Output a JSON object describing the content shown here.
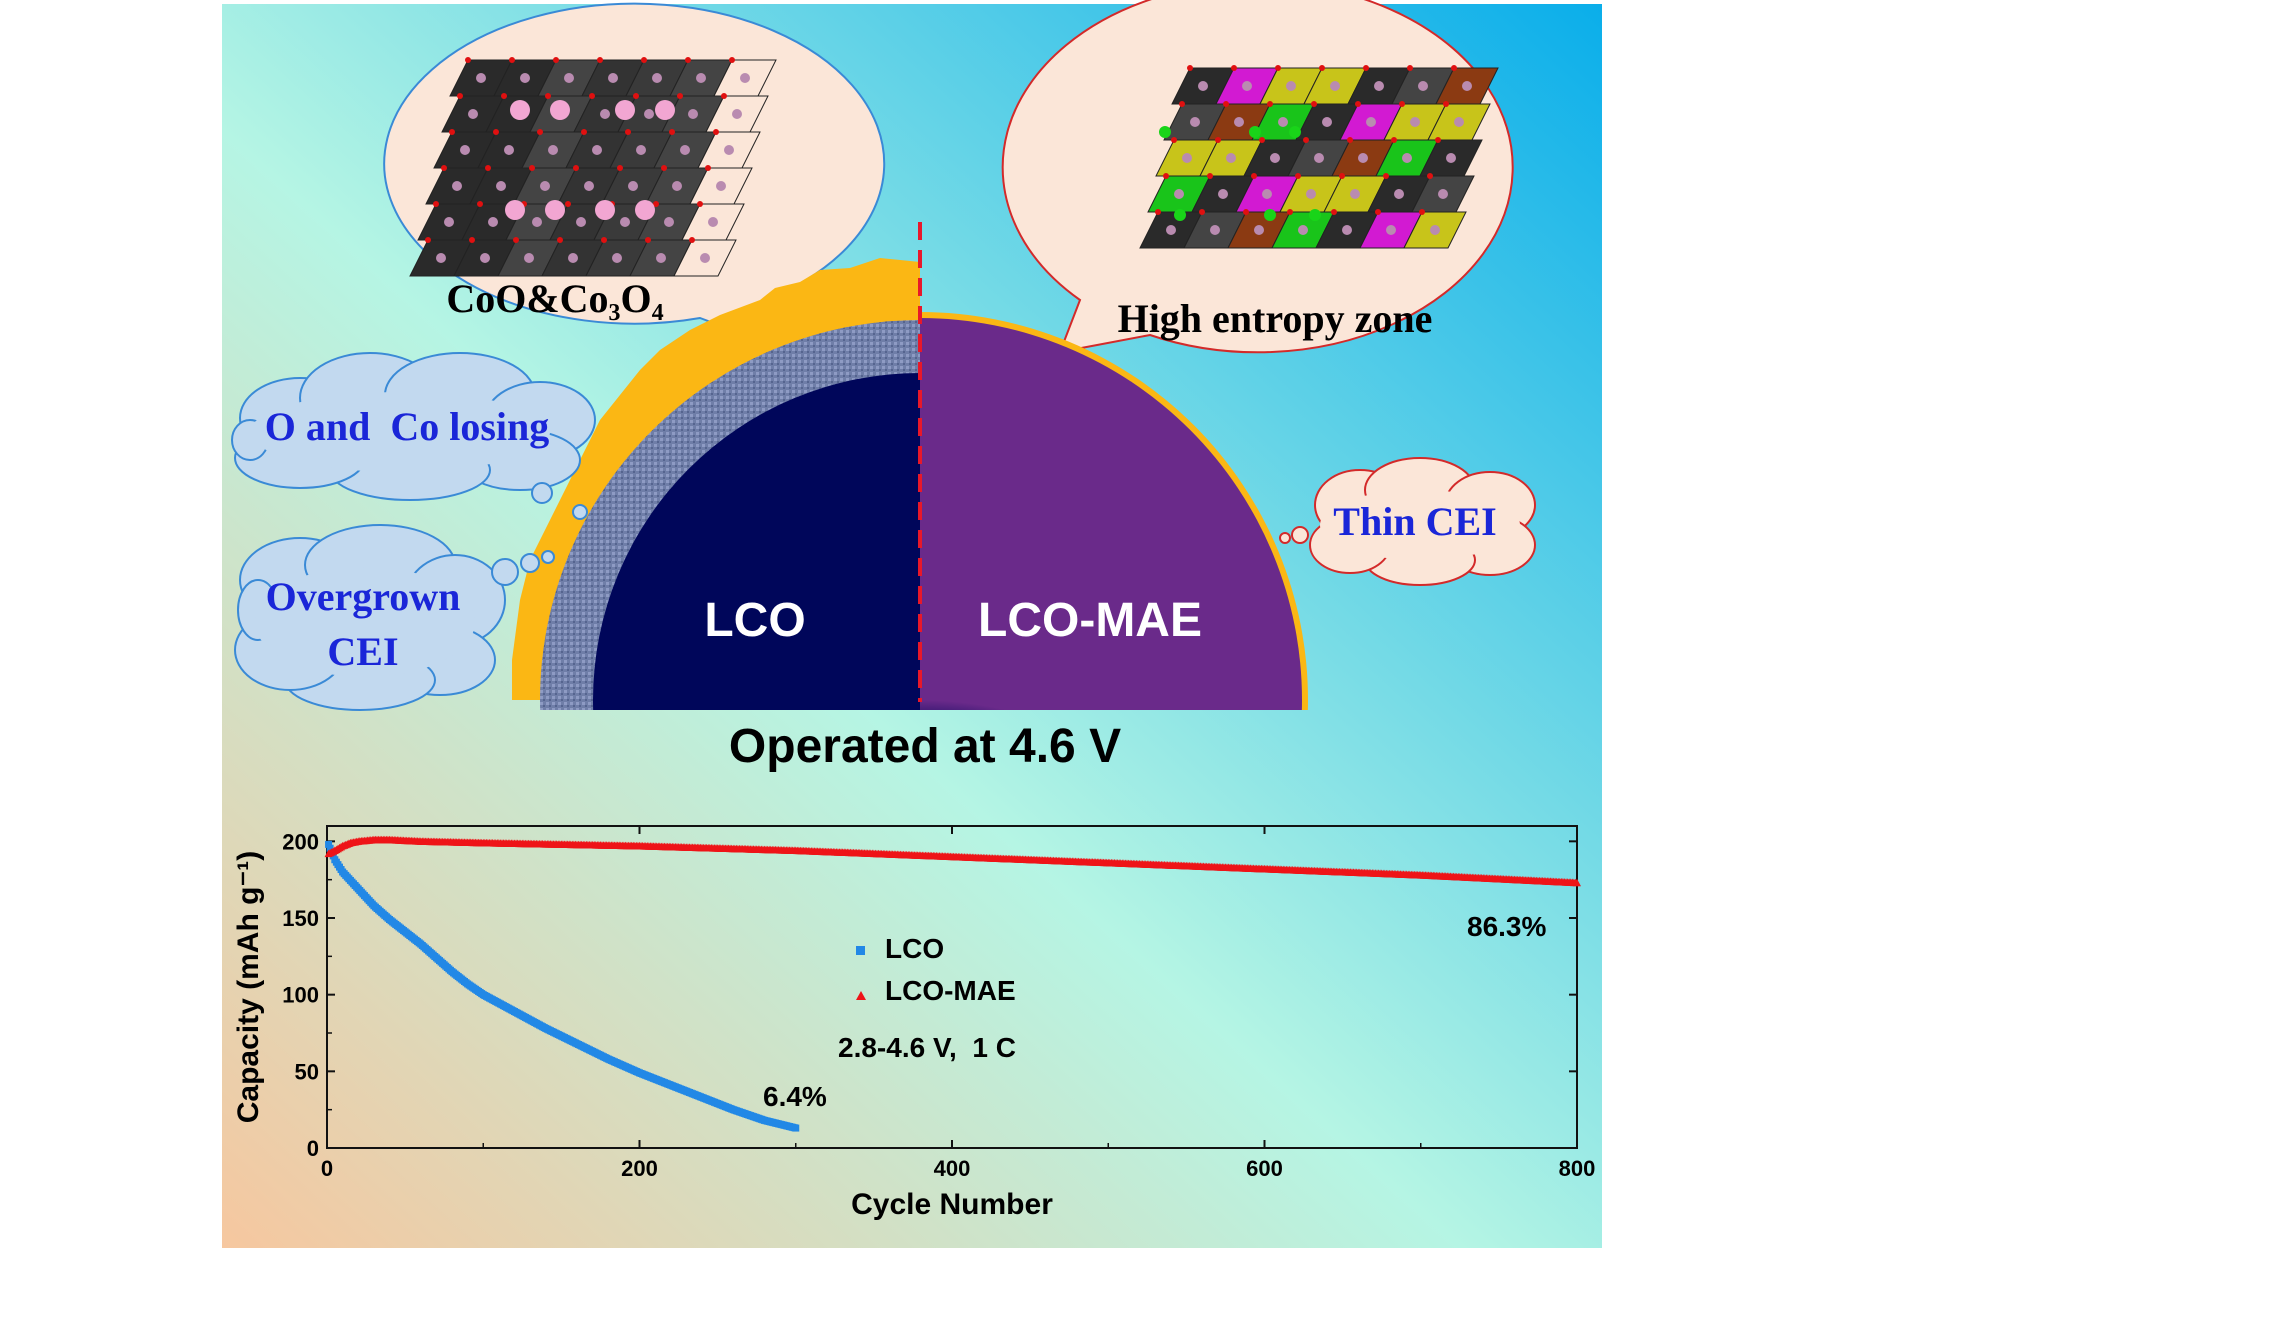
{
  "colors": {
    "bg_top_right": "#0aaeea",
    "bg_bottom_left": "#f6c79f",
    "bg_mint": "#b5f5e4",
    "core": "#00065a",
    "cei": "#fbb714",
    "dash": "#e8182a",
    "lco_series": "#2288e6",
    "mae_series": "#ee1418",
    "bubble_left": "#fbe6d8",
    "bubble_right": "#fbe6d8",
    "cloud": "#c2d9ef"
  },
  "labels": {
    "bubble_left": "CoO&Co₃O₄",
    "bubble_right": "High entropy zone",
    "cloud_losing": "O and  Co losing",
    "cloud_overgrown_1": "Overgrown",
    "cloud_overgrown_2": "CEI",
    "cloud_thin": "Thin CEI",
    "core_left": "LCO",
    "core_right": "LCO-MAE",
    "operated": "Operated at 4.6 V"
  },
  "chart_data": {
    "type": "scatter",
    "xlabel": "Cycle Number",
    "ylabel": "Capacity (mAh g⁻¹)",
    "xlim": [
      0,
      800
    ],
    "ylim": [
      0,
      210
    ],
    "xticks": [
      0,
      200,
      400,
      600,
      800
    ],
    "yticks": [
      0,
      50,
      100,
      150,
      200
    ],
    "condition": "2.8-4.6 V,  1 C",
    "legend_position": "center",
    "series": [
      {
        "name": "LCO",
        "marker": "square",
        "color": "#2288e6",
        "end_annotation": "6.4%",
        "points": [
          [
            1,
            198
          ],
          [
            5,
            188
          ],
          [
            10,
            180
          ],
          [
            20,
            169
          ],
          [
            30,
            158
          ],
          [
            40,
            149
          ],
          [
            50,
            141
          ],
          [
            60,
            133
          ],
          [
            70,
            124
          ],
          [
            80,
            115
          ],
          [
            90,
            107
          ],
          [
            100,
            100
          ],
          [
            120,
            89
          ],
          [
            140,
            78
          ],
          [
            160,
            68
          ],
          [
            180,
            58
          ],
          [
            200,
            49
          ],
          [
            220,
            41
          ],
          [
            240,
            33
          ],
          [
            260,
            25
          ],
          [
            280,
            18
          ],
          [
            300,
            13
          ]
        ]
      },
      {
        "name": "LCO-MAE",
        "marker": "triangle",
        "color": "#ee1418",
        "end_annotation": "86.3%",
        "points": [
          [
            1,
            192
          ],
          [
            5,
            194
          ],
          [
            10,
            197
          ],
          [
            15,
            199
          ],
          [
            20,
            200
          ],
          [
            30,
            201
          ],
          [
            40,
            201
          ],
          [
            60,
            200
          ],
          [
            100,
            199
          ],
          [
            200,
            197
          ],
          [
            300,
            194
          ],
          [
            400,
            190
          ],
          [
            500,
            186
          ],
          [
            600,
            182
          ],
          [
            700,
            178
          ],
          [
            800,
            173
          ]
        ]
      }
    ]
  }
}
